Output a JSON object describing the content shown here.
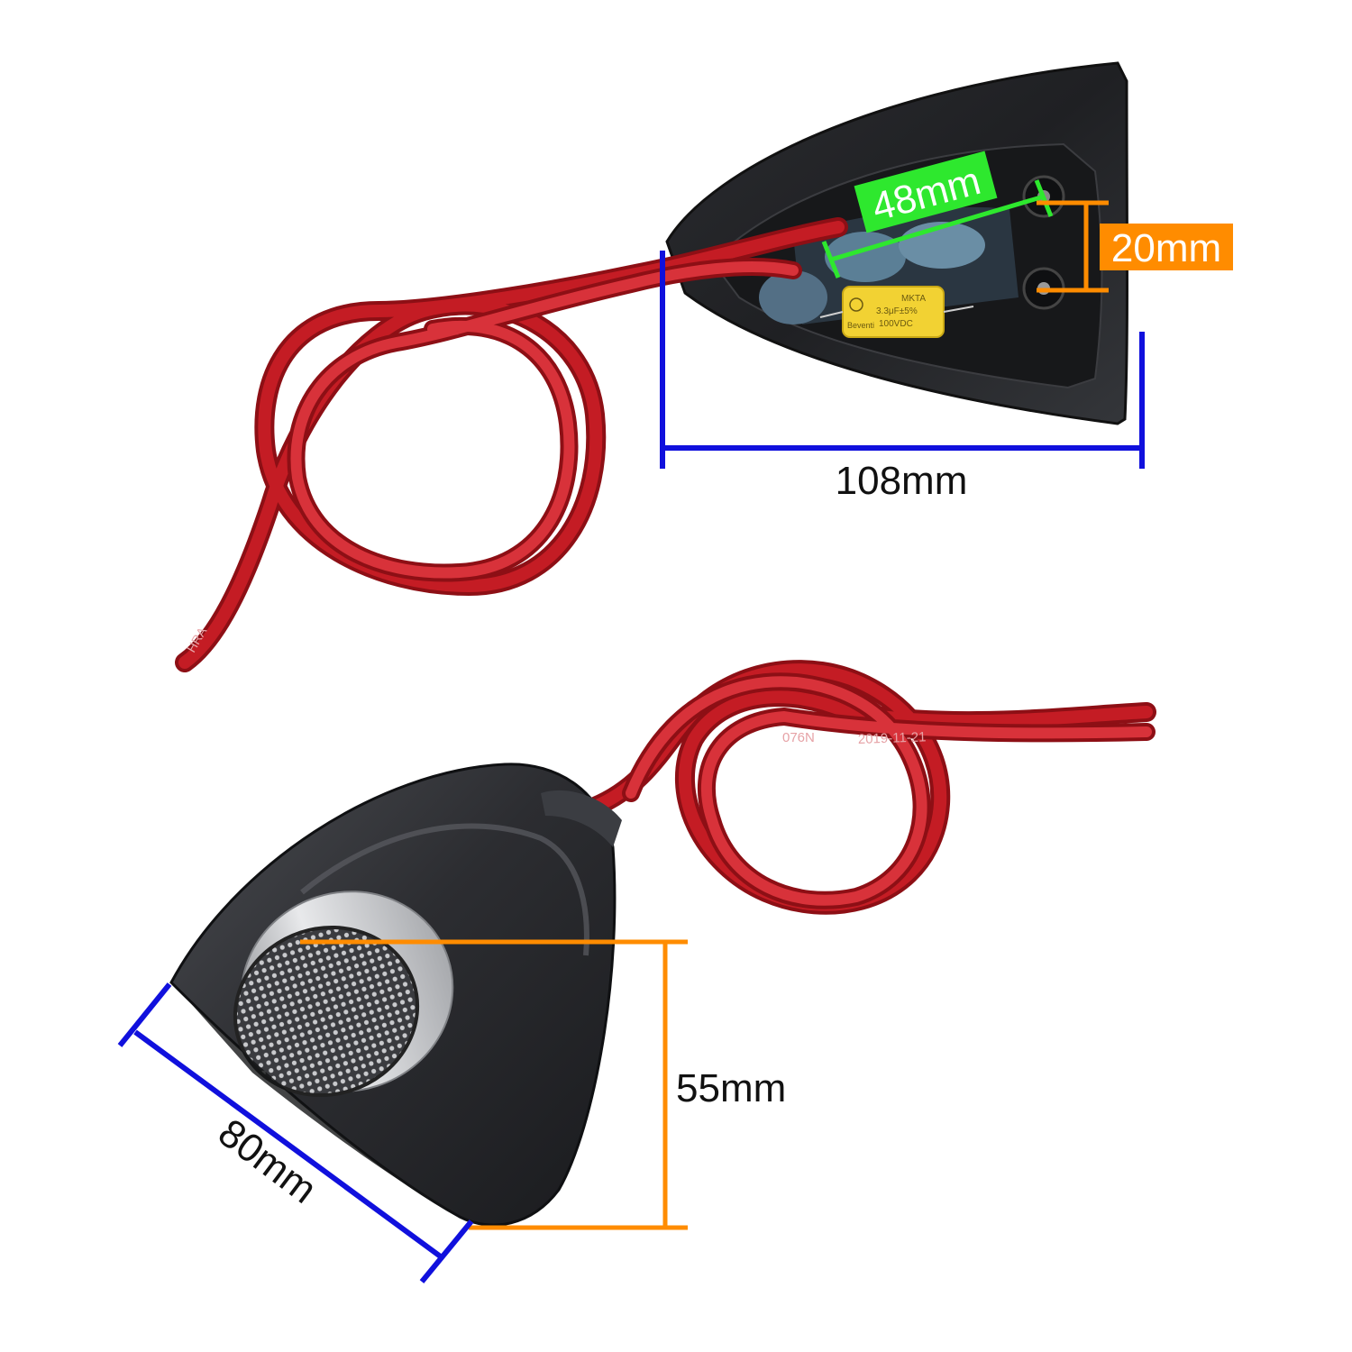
{
  "dimensions": {
    "inner_spacing": "48mm",
    "terminal_spacing": "20mm",
    "housing_length": "108mm",
    "housing_width": "80mm",
    "tweeter_height": "55mm"
  },
  "capacitor": {
    "line1": "MKTA",
    "line2": "3.3μF±5%",
    "line3": "100VDC",
    "brand": "Beventi"
  },
  "cable_prints": {
    "top": "HRA",
    "bottom_date": "2019-11-21",
    "bottom_code": "076N"
  },
  "colors": {
    "green": "#2ee82e",
    "orange": "#ff8c00",
    "blue": "#1010dd",
    "housing": "#2a2b2e",
    "cable": "#b0121a",
    "capacitor": "#f2d233"
  }
}
